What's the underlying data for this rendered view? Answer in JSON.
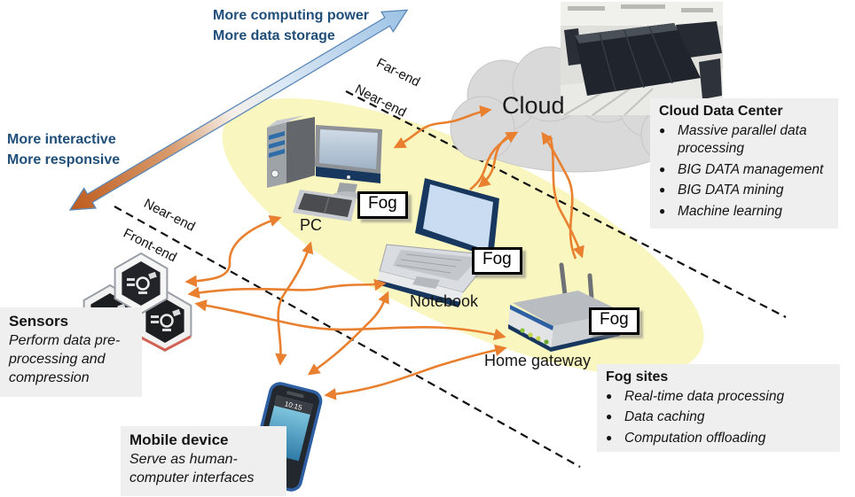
{
  "axes": {
    "power": {
      "line1": "More computing power",
      "line2": "More data storage"
    },
    "responsive": {
      "line1": "More interactive",
      "line2": "More responsive"
    }
  },
  "zone_labels": {
    "far_end": "Far-end",
    "near_end_upper": "Near-end",
    "near_end_lower": "Near-end",
    "front_end": "Front-end"
  },
  "nodes": {
    "cloud": "Cloud",
    "pc": "PC",
    "notebook": "Notebook",
    "gateway": "Home gateway",
    "fog_badge": "Fog",
    "phone_time": "10:15"
  },
  "info_boxes": {
    "cloud_dc": {
      "title": "Cloud Data Center",
      "bullets": [
        "Massive parallel data processing",
        "BIG DATA management",
        "BIG DATA mining",
        "Machine learning"
      ]
    },
    "fog_sites": {
      "title": "Fog sites",
      "bullets": [
        "Real-time data processing",
        "Data caching",
        "Computation offloading"
      ]
    },
    "sensors": {
      "title": "Sensors",
      "description": "Perform data pre-processing and compression"
    },
    "mobile": {
      "title": "Mobile device",
      "description": "Serve as human-computer interfaces"
    }
  },
  "colors": {
    "connection_arrow_orange": "#E8802F",
    "axis_text_blue": "#1F4E79",
    "fog_zone_yellow": "#FAF6BF",
    "cloud_gray": "#D9D9D9",
    "info_box_gray": "#EFEFEF",
    "gradient_arrow_blue_end": "#9CC2E5",
    "gradient_arrow_orange_end": "#BE5B1D",
    "dashed_boundary_black": "#111111"
  }
}
